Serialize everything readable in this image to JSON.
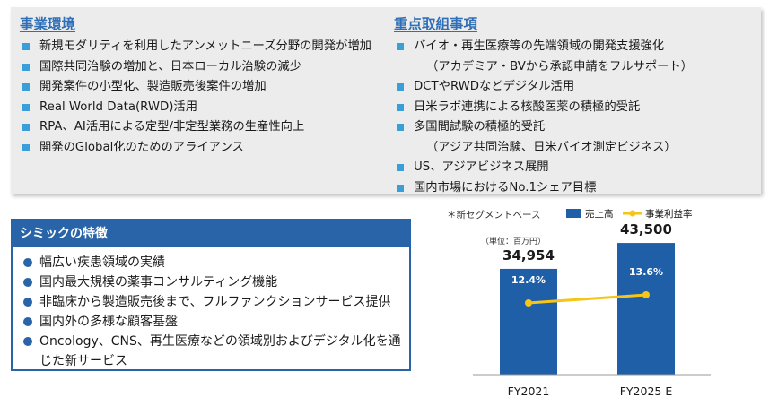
{
  "business_environment": {
    "title": "事業環境",
    "items": [
      "新規モダリティを利用したアンメットニーズ分野の開発が増加",
      "国際共同治験の増加と、日本ローカル治験の減少",
      "開発案件の小型化、製造販売後案件の増加",
      "Real World Data(RWD)活用",
      "RPA、AI活用による定型/非定型業務の生産性向上",
      "開発のGlobal化のためのアライアンス"
    ]
  },
  "priority_items": {
    "title": "重点取組事項",
    "items": [
      {
        "text": "バイオ・再生医療等の先端領域の開発支援強化",
        "sub": "（アカデミア・BVから承認申請をフルサポート）"
      },
      {
        "text": "DCTやRWDなどデジタル活用"
      },
      {
        "text": "日米ラボ連携による核酸医薬の積極的受託"
      },
      {
        "text": "多国間試験の積極的受託",
        "sub": "（アジア共同治験、日米バイオ測定ビジネス）"
      },
      {
        "text": "US、アジアビジネス展開"
      },
      {
        "text": "国内市場におけるNo.1シェア目標"
      }
    ]
  },
  "features": {
    "title": "シミックの特徴",
    "items": [
      "幅広い疾患領域の実績",
      "国内最大規模の薬事コンサルティング機能",
      "非臨床から製造販売後まで、フルファンクションサービス提供",
      "国内外の多様な顧客基盤",
      "Oncology、CNS、再生医療などの領域別およびデジタル化を通じた新サービス"
    ]
  },
  "chart_data": {
    "type": "bar",
    "note": "＊新セグメントベース",
    "unit": "（単位：百万円）",
    "categories": [
      "FY2021",
      "FY2025 E"
    ],
    "series": [
      {
        "name": "売上高",
        "type": "bar",
        "values": [
          34954
        ],
        "labels": [
          "34,954",
          "43,500"
        ],
        "all_values": [
          34954,
          43500
        ],
        "color": "#1f5fa8"
      },
      {
        "name": "事業利益率",
        "type": "line",
        "values": [
          12.4,
          13.6
        ],
        "labels": [
          "12.4%",
          "13.6%"
        ],
        "color": "#f5c518"
      }
    ],
    "colors": {
      "bar": "#1f5fa8",
      "line": "#f5c518",
      "line_label": "#ffffff"
    }
  }
}
